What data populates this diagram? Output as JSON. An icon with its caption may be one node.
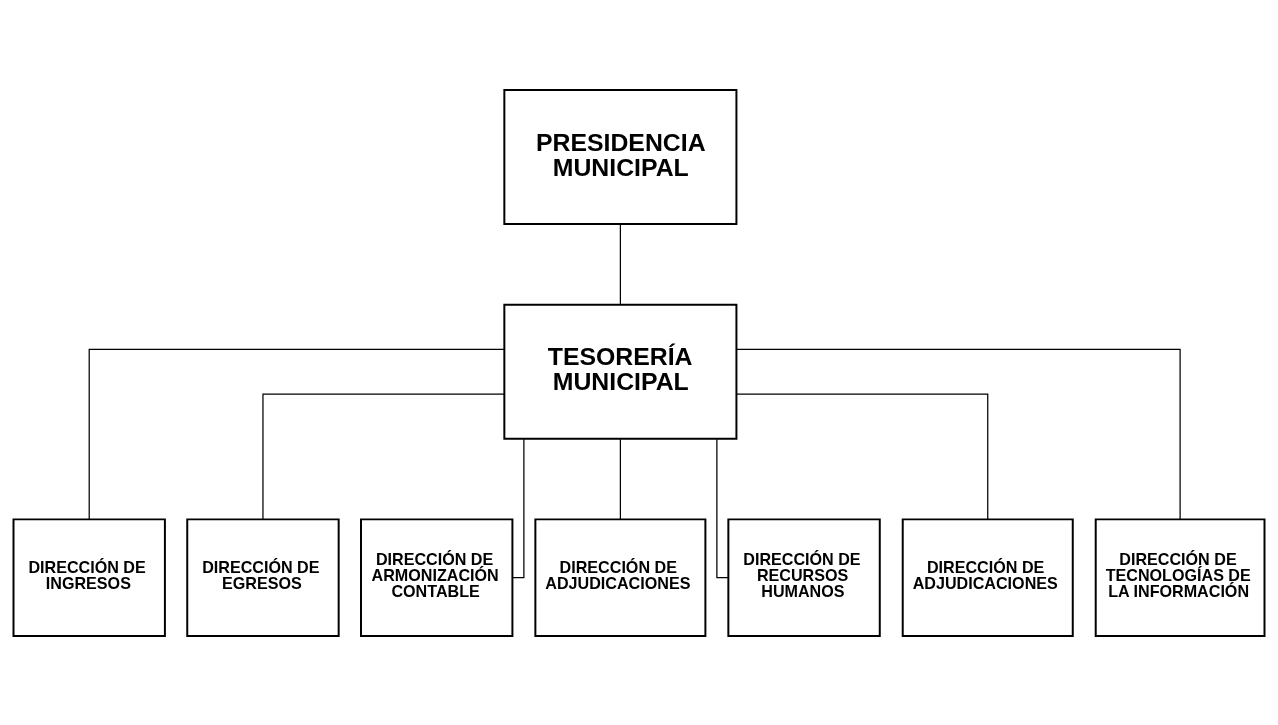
{
  "diagram": {
    "nodes": [
      {
        "text": [
          "PRESIDENCIA MUNICIPAL"
        ]
      },
      {
        "text": [
          "TESORERÍA MUNICIPAL"
        ]
      },
      {
        "text": [
          "DIRECCIÓN DE INGRESOS"
        ]
      },
      {
        "text": [
          "DIRECCIÓN DE EGRESOS"
        ]
      },
      {
        "text": [
          "DIRECCIÓN DE ARMONIZACIÓN CONTABLE"
        ]
      },
      {
        "text": [
          "DIRECCIÓN DE ADJUDICACIONES"
        ]
      },
      {
        "text": [
          "DIRECCIÓN DE RECURSOS HUMANOS"
        ]
      },
      {
        "text": [
          "DIRECCIÓN DE ADJUDICACIONES"
        ]
      },
      {
        "text": [
          "DIRECCIÓN DE TECNOLOGÍAS DE LA INFORMACIÓN"
        ]
      }
    ],
    "edges": [
      {
        "from": 0,
        "to": 1,
        "arrow": "none"
      },
      {
        "from": 1,
        "to": 2,
        "arrow": "none"
      },
      {
        "from": 1,
        "to": 3,
        "arrow": "none"
      },
      {
        "from": 1,
        "to": 4,
        "arrow": "none"
      },
      {
        "from": 1,
        "to": 5,
        "arrow": "none"
      },
      {
        "from": 1,
        "to": 6,
        "arrow": "none"
      },
      {
        "from": 1,
        "to": 7,
        "arrow": "none"
      },
      {
        "from": 1,
        "to": 8,
        "arrow": "none"
      }
    ]
  }
}
